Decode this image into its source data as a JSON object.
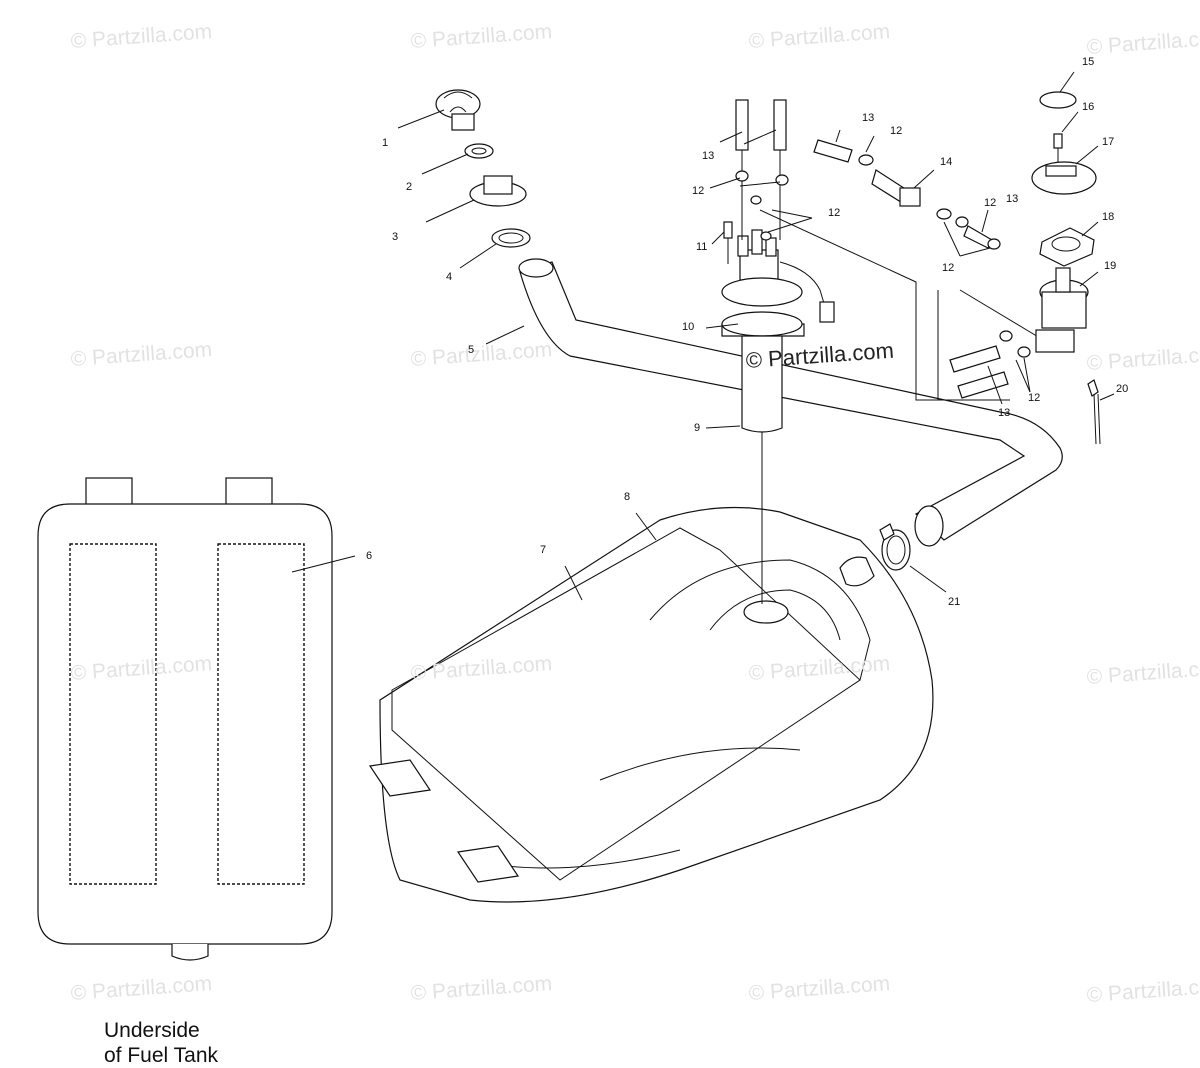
{
  "watermark": {
    "text": "© Partzilla.com"
  },
  "center_watermark": {
    "text": "© Partzilla.com"
  },
  "callouts": [
    "1",
    "2",
    "3",
    "4",
    "5",
    "6",
    "7",
    "8",
    "9",
    "10",
    "11",
    "12",
    "13",
    "14",
    "15",
    "16",
    "17",
    "18",
    "19",
    "20",
    "21",
    "12",
    "13",
    "12",
    "12",
    "12",
    "13",
    "12",
    "13"
  ],
  "caption": {
    "line1": "Underside",
    "line2": "of Fuel Tank"
  }
}
